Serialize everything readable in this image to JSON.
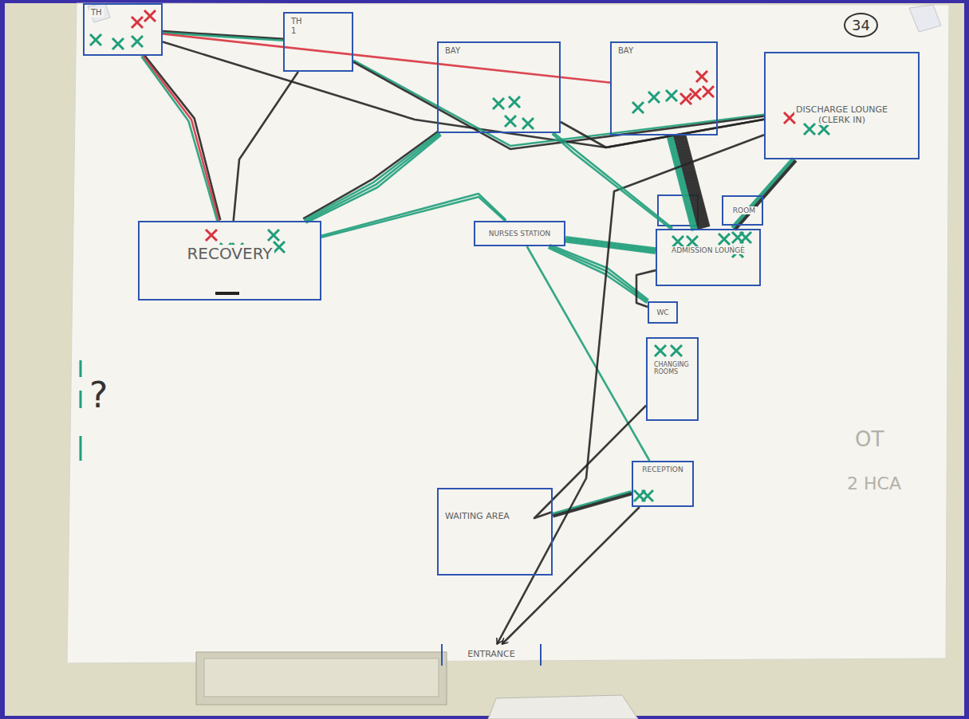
{
  "diagram": {
    "nodes": [
      {
        "text": [
          "TH"
        ]
      },
      {
        "text": [
          "TH",
          "1"
        ]
      },
      {
        "text": [
          "BAY"
        ]
      },
      {
        "text": [
          "BAY"
        ]
      },
      {
        "text": [
          "DISCHARGE LOUNGE",
          "(CLERK IN)"
        ]
      },
      {
        "text": [
          "RECOVERY"
        ]
      },
      {
        "text": [
          "NURSES STATION"
        ]
      },
      {
        "text": [
          "ROOM"
        ]
      },
      {
        "text": [
          "ADMISSION LOUNGE"
        ]
      },
      {
        "text": [
          "WC"
        ]
      },
      {
        "text": [
          "CHANGING ROOMS"
        ]
      },
      {
        "text": [
          "RECEPTION"
        ]
      },
      {
        "text": [
          "WAITING AREA"
        ]
      },
      {
        "text": [
          "ENTRANCE"
        ]
      }
    ],
    "edges": [
      {
        "from": 0,
        "to": 5,
        "arrow": "none"
      },
      {
        "from": 0,
        "to": 1,
        "arrow": "none"
      },
      {
        "from": 0,
        "to": 3,
        "arrow": "none"
      },
      {
        "from": 0,
        "to": 4,
        "arrow": "none"
      },
      {
        "from": 1,
        "to": 5,
        "arrow": "none"
      },
      {
        "from": 1,
        "to": 4,
        "arrow": "none"
      },
      {
        "from": 5,
        "to": 2,
        "arrow": "none"
      },
      {
        "from": 5,
        "to": 6,
        "arrow": "none"
      },
      {
        "from": 2,
        "to": 4,
        "arrow": "none"
      },
      {
        "from": 3,
        "to": 8,
        "arrow": "none"
      },
      {
        "from": 4,
        "to": 8,
        "arrow": "none"
      },
      {
        "from": 6,
        "to": 8,
        "arrow": "none"
      },
      {
        "from": 6,
        "to": 9,
        "arrow": "none"
      },
      {
        "from": 6,
        "to": 11,
        "arrow": "none"
      },
      {
        "from": 8,
        "to": 9,
        "arrow": "none"
      },
      {
        "from": 10,
        "to": 12,
        "arrow": "none"
      },
      {
        "from": 11,
        "to": 12,
        "arrow": "none"
      },
      {
        "from": 11,
        "to": 13,
        "arrow": "to"
      },
      {
        "from": 4,
        "to": 13,
        "arrow": "to"
      },
      {
        "from": 2,
        "to": 8,
        "arrow": "none"
      }
    ],
    "labels": [
      "34",
      "?",
      "OT",
      "2 HCA"
    ]
  }
}
